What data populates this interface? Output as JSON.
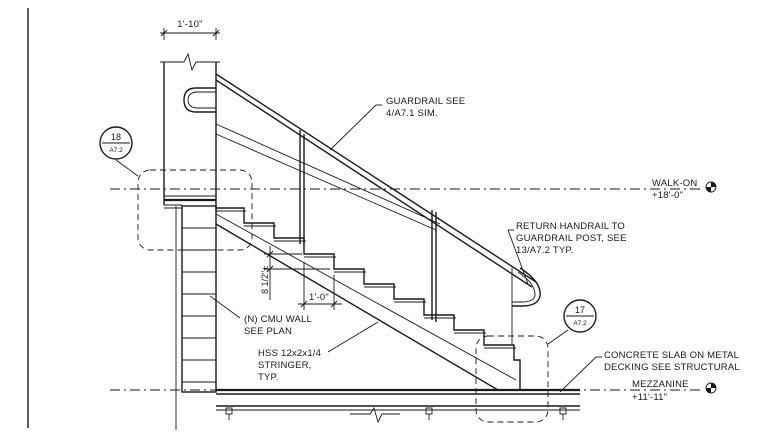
{
  "notes": {
    "overall_width": "1'-10\"",
    "guardrail": [
      "GUARDRAIL SEE",
      "4/A7.1 SIM."
    ],
    "return_handrail": [
      "RETURN HANDRAIL TO",
      "GUARDRAIL POST, SEE",
      "13/A7.2 TYP."
    ],
    "cmu_wall": [
      "(N) CMU WALL",
      "SEE PLAN"
    ],
    "stringer": [
      "HSS 12x2x1/4",
      "STRINGER,",
      "TYP."
    ],
    "concrete_slab": [
      "CONCRETE SLAB ON METAL",
      "DECKING SEE STRUCTURAL"
    ],
    "riser_height": "8 1/2\"±",
    "tread_depth": "1'-0\""
  },
  "levels": {
    "walk_on": {
      "name": "WALK-ON",
      "elevation": "+18'-0\""
    },
    "mezzanine": {
      "name": "MEZZANINE",
      "elevation": "+11'-11\""
    }
  },
  "callouts": {
    "left": {
      "number": "18",
      "sheet": "A7.2"
    },
    "right": {
      "number": "17",
      "sheet": "A7.2"
    }
  },
  "icons": [
    "elevation-marker-icon",
    "break-line-icon"
  ]
}
